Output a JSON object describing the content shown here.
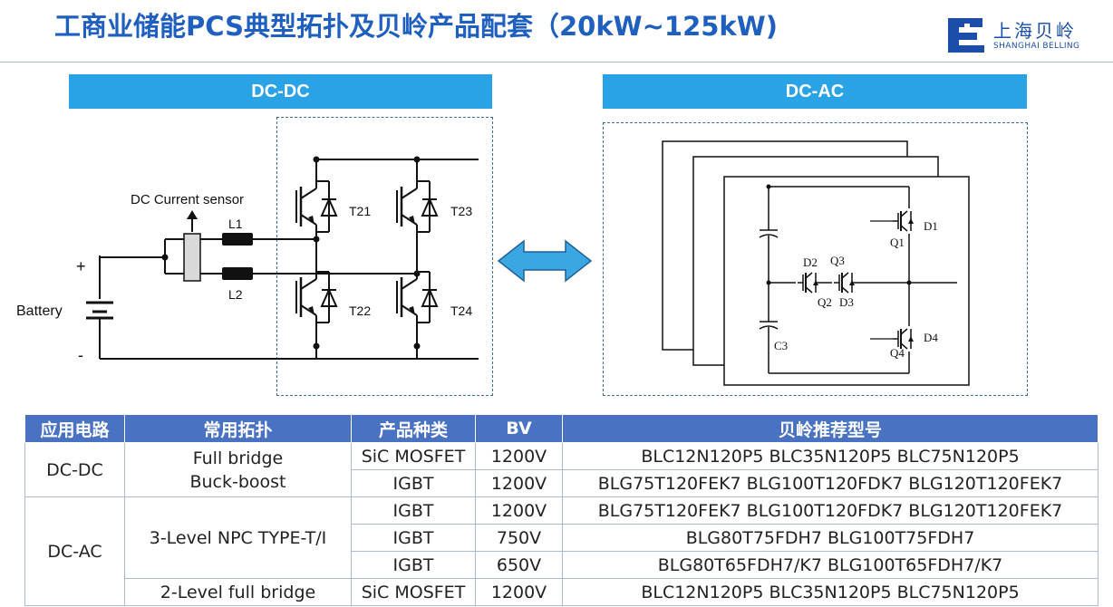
{
  "title": "工商业储能PCS典型拓扑及贝岭产品配套（20kW~125kW)",
  "logo": {
    "cn": "上海贝岭",
    "en": "SHANGHAI BELLING"
  },
  "dcdc": {
    "banner": "DC-DC",
    "sensor_label": "DC Current sensor",
    "battery_label": "Battery",
    "plus": "+",
    "minus": "-",
    "inductors": [
      "L1",
      "L2"
    ],
    "switches": [
      "T21",
      "T23",
      "T22",
      "T24"
    ]
  },
  "dcac": {
    "banner": "DC-AC",
    "diodes": [
      "D1",
      "D2",
      "D3",
      "D4"
    ],
    "transistors": [
      "Q1",
      "Q2",
      "Q3",
      "Q4"
    ],
    "capacitor": "C3"
  },
  "table": {
    "headers": [
      "应用电路",
      "常用拓扑",
      "产品种类",
      "BV",
      "贝岭推荐型号"
    ],
    "dcdc_app": "DC-DC",
    "dcdc_topology": [
      "Full bridge",
      "Buck-boost"
    ],
    "dcac_app": "DC-AC",
    "dcac_topology_3l": "3-Level NPC TYPE-T/I",
    "dcac_topology_2l": "2-Level full bridge",
    "rows": [
      {
        "type": "SiC MOSFET",
        "bv": "1200V",
        "models": "BLC12N120P5 BLC35N120P5 BLC75N120P5"
      },
      {
        "type": "IGBT",
        "bv": "1200V",
        "models": "BLG75T120FEK7 BLG100T120FDK7 BLG120T120FEK7"
      },
      {
        "type": "IGBT",
        "bv": "1200V",
        "models": "BLG75T120FEK7 BLG100T120FDK7 BLG120T120FEK7"
      },
      {
        "type": "IGBT",
        "bv": "750V",
        "models": "BLG80T75FDH7 BLG100T75FDH7"
      },
      {
        "type": "IGBT",
        "bv": "650V",
        "models": "BLG80T65FDH7/K7 BLG100T65FDH7/K7"
      },
      {
        "type": "SiC MOSFET",
        "bv": "1200V",
        "models": "BLC12N120P5 BLC35N120P5 BLC75N120P5"
      }
    ]
  },
  "colors": {
    "title": "#1f5fbf",
    "banner": "#2aa3e6",
    "table_header": "#4a72c3",
    "arrow": "#3aa7e2"
  }
}
